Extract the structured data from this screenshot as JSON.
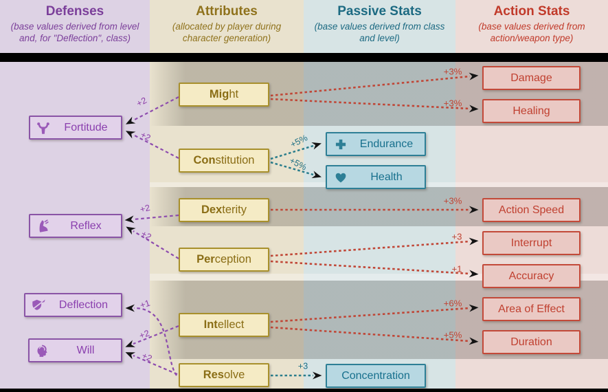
{
  "header": {
    "columns": [
      {
        "title": "Defenses",
        "subtitle": "(base values derived from level and, for \"Deflection\", class)"
      },
      {
        "title": "Attributes",
        "subtitle": "(allocated by player during character generation)"
      },
      {
        "title": "Passive Stats",
        "subtitle": "(base values derived from class and level)"
      },
      {
        "title": "Action Stats",
        "subtitle": "(base values derived from action/weapon type)"
      }
    ]
  },
  "defenses": {
    "fortitude": {
      "label": "Fortitude",
      "icon": "muscle-icon"
    },
    "reflex": {
      "label": "Reflex",
      "icon": "boot-icon"
    },
    "deflection": {
      "label": "Deflection",
      "icon": "shield-sword-icon"
    },
    "will": {
      "label": "Will",
      "icon": "head-brain-icon"
    }
  },
  "attributes": {
    "might": {
      "bold": "Mig",
      "rest": "ht"
    },
    "constitution": {
      "bold": "Con",
      "rest": "stitution"
    },
    "dexterity": {
      "bold": "Dex",
      "rest": "terity"
    },
    "perception": {
      "bold": "Per",
      "rest": "ception"
    },
    "intellect": {
      "bold": "Int",
      "rest": "ellect"
    },
    "resolve": {
      "bold": "Res",
      "rest": "olve"
    }
  },
  "passive": {
    "endurance": {
      "label": "Endurance",
      "icon": "plus-icon"
    },
    "health": {
      "label": "Health",
      "icon": "heart-icon"
    },
    "concentration": {
      "label": "Concentration"
    }
  },
  "action": {
    "damage": {
      "label": "Damage"
    },
    "healing": {
      "label": "Healing"
    },
    "action_speed": {
      "label": "Action Speed"
    },
    "interrupt": {
      "label": "Interrupt"
    },
    "accuracy": {
      "label": "Accuracy"
    },
    "aoe": {
      "label": "Area of Effect"
    },
    "duration": {
      "label": "Duration"
    }
  },
  "bonuses": {
    "might_fortitude": "+2",
    "might_damage": "+3%",
    "might_healing": "+3%",
    "constitution_fortitude": "+2",
    "constitution_endurance": "+5%",
    "constitution_health": "+5%",
    "dexterity_reflex": "+2",
    "dexterity_action_speed": "+3%",
    "perception_reflex": "+2",
    "perception_interrupt": "+3",
    "perception_accuracy": "+1",
    "intellect_will": "+2",
    "intellect_aoe": "+6%",
    "intellect_duration": "+5%",
    "resolve_deflection": "+1",
    "resolve_will": "+2",
    "resolve_concentration": "+3"
  },
  "colors": {
    "defenses_accent": "#7b3f9a",
    "attributes_accent": "#8f721c",
    "passive_accent": "#1c6a82",
    "action_accent": "#c13a2a",
    "arrow_purple": "#8d4bae",
    "arrow_teal": "#2a7d8c",
    "arrow_red": "#c04636",
    "arrowhead": "#141414"
  }
}
